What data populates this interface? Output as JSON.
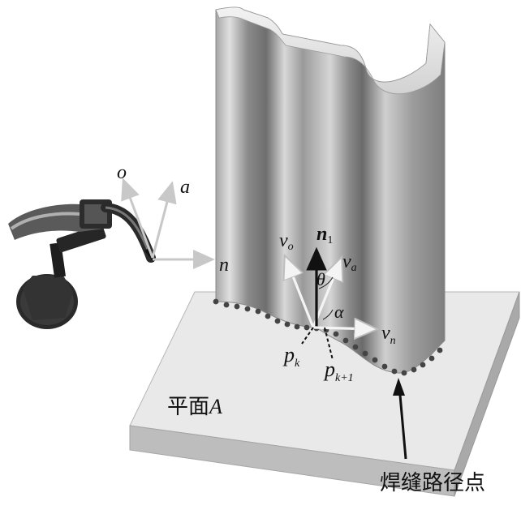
{
  "labels": {
    "tool_o": "o",
    "tool_a": "a",
    "tool_n": "n",
    "v_o_main": "v",
    "v_o_sub": "o",
    "n1_main": "n",
    "n1_sub": "1",
    "v_a_main": "v",
    "v_a_sub": "a",
    "theta": "θ",
    "alpha": "α",
    "v_n_main": "v",
    "v_n_sub": "n",
    "p_k_main": "p",
    "p_k_sub": "k",
    "p_k1_main": "p",
    "p_k1_sub": "k+1",
    "plane_cjk": "平面",
    "plane_letter": "A",
    "weld_path": "焊缝路径点"
  },
  "colors": {
    "plate_top": "#e9e9e9",
    "plate_side": "#b9b9b9",
    "wall_light": "#d6d6d6",
    "wall_dark": "#6e6e6e",
    "arrow_light": "#c8c8c8",
    "weld_point": "#444444"
  }
}
